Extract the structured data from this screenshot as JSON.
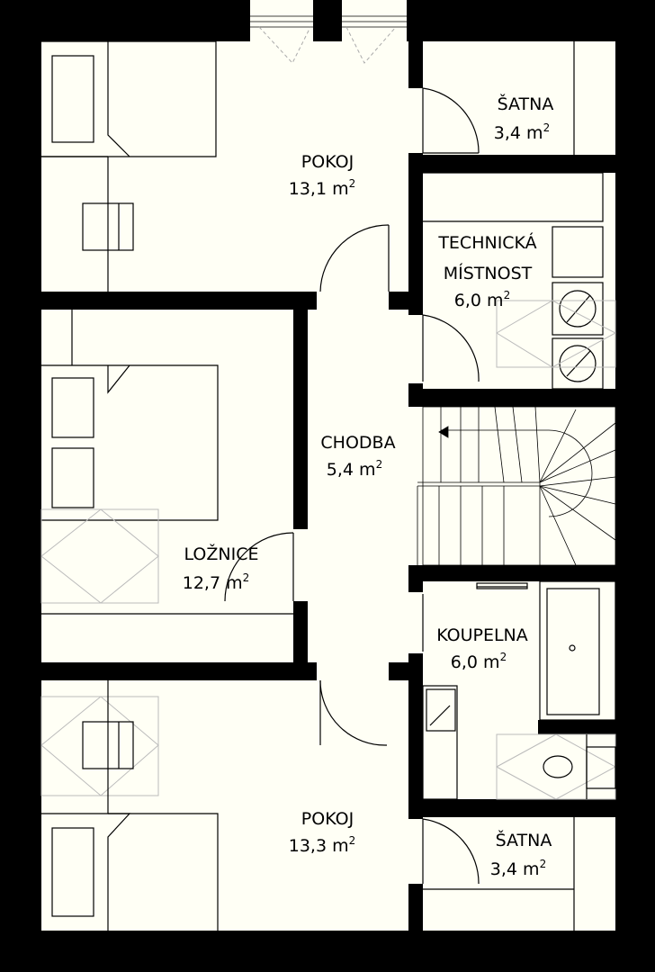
{
  "floor_plan": {
    "colors": {
      "floor": "#fffff5",
      "wall": "#000000",
      "furniture": "#000000",
      "shadow": "#aaaaaa"
    },
    "rooms": [
      {
        "id": "pokoj-top",
        "name": "POKOJ",
        "area": "13,1 m",
        "unit_exp": "2"
      },
      {
        "id": "satna-top",
        "name": "ŠATNA",
        "area": "3,4 m",
        "unit_exp": "2"
      },
      {
        "id": "technicka",
        "name": "TECHNICKÁ",
        "name2": "MÍSTNOST",
        "area": "6,0 m",
        "unit_exp": "2"
      },
      {
        "id": "chodba",
        "name": "CHODBA",
        "area": "5,4 m",
        "unit_exp": "2"
      },
      {
        "id": "loznice",
        "name": "LOŽNICE",
        "area": "12,7 m",
        "unit_exp": "2"
      },
      {
        "id": "koupelna",
        "name": "KOUPELNA",
        "area": "6,0 m",
        "unit_exp": "2"
      },
      {
        "id": "pokoj-bottom",
        "name": "POKOJ",
        "area": "13,3 m",
        "unit_exp": "2"
      },
      {
        "id": "satna-bottom",
        "name": "ŠATNA",
        "area": "3,4 m",
        "unit_exp": "2"
      }
    ],
    "icons": {
      "bed": "bed-icon",
      "desk": "desk-icon",
      "chair": "chair-icon",
      "door": "door-icon",
      "window": "window-icon",
      "stairs": "stairs-icon",
      "bathtub": "bathtub-icon",
      "toilet": "toilet-icon",
      "sink": "sink-icon",
      "washing_machine": "washing-machine-icon"
    }
  }
}
